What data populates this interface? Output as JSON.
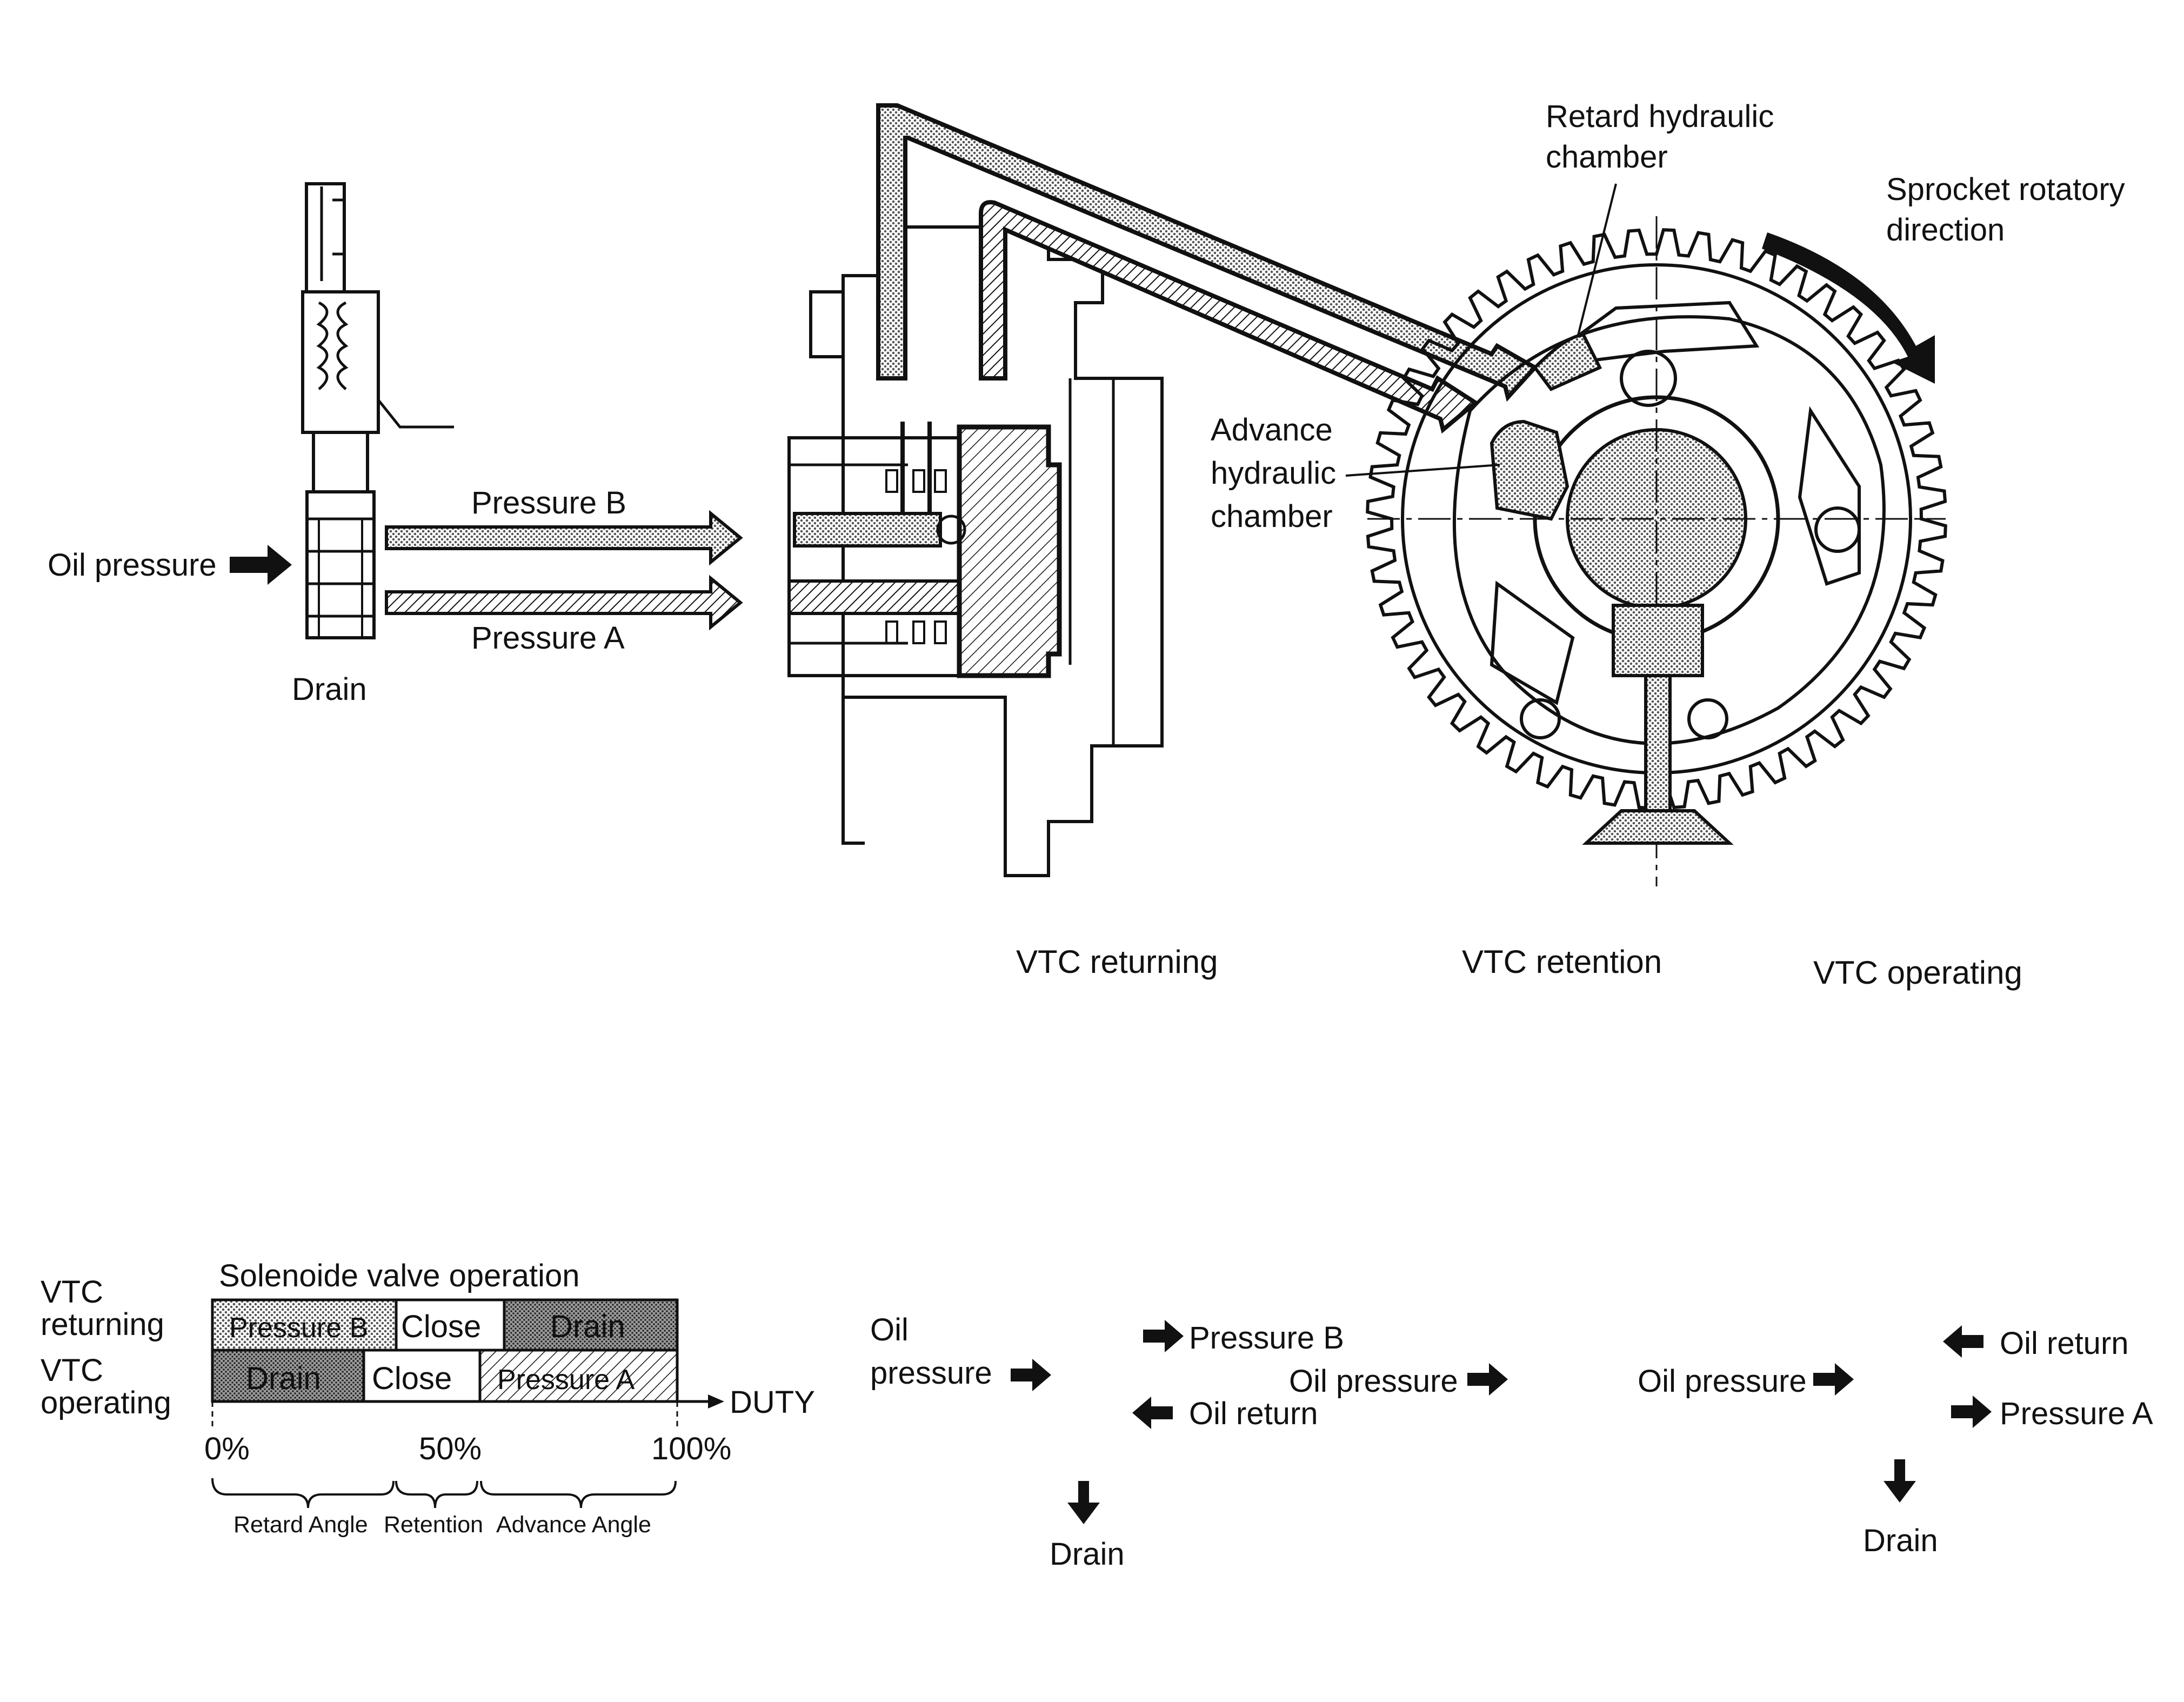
{
  "top_labels": {
    "oil_pressure": "Oil pressure",
    "drain": "Drain",
    "pressure_b": "Pressure B",
    "pressure_a": "Pressure A",
    "retard_chamber_l1": "Retard hydraulic",
    "retard_chamber_l2": "chamber",
    "advance_chamber_l1": "Advance",
    "advance_chamber_l2": "hydraulic",
    "advance_chamber_l3": "chamber",
    "sprocket_l1": "Sprocket rotatory",
    "sprocket_l2": "direction"
  },
  "duty_chart": {
    "title": "Solenoide valve operation",
    "row1_label_l1": "VTC",
    "row1_label_l2": "returning",
    "row2_label_l1": "VTC",
    "row2_label_l2": "operating",
    "row1_segments": [
      "Pressure B",
      "Close",
      "Drain"
    ],
    "row2_segments": [
      "Drain",
      "Close",
      "Pressure A"
    ],
    "axis_label": "DUTY",
    "ticks": [
      "0%",
      "50%",
      "100%"
    ],
    "ranges": [
      "Retard Angle",
      "Retention",
      "Advance Angle"
    ]
  },
  "valve_states": [
    {
      "title": "VTC returning",
      "oil_pressure_l1": "Oil",
      "oil_pressure_l2": "pressure",
      "out_upper": "Pressure B",
      "out_lower": "Oil return",
      "drain": "Drain"
    },
    {
      "title": "VTC retention",
      "oil_pressure": "Oil pressure"
    },
    {
      "title": "VTC operating",
      "oil_pressure": "Oil pressure",
      "out_upper": "Oil return",
      "out_lower": "Pressure A",
      "drain": "Drain"
    }
  ],
  "colors": {
    "ink": "#111111",
    "background": "#ffffff",
    "dot_fill": "#8a8a8a",
    "dark_dot_fill": "#555555"
  }
}
